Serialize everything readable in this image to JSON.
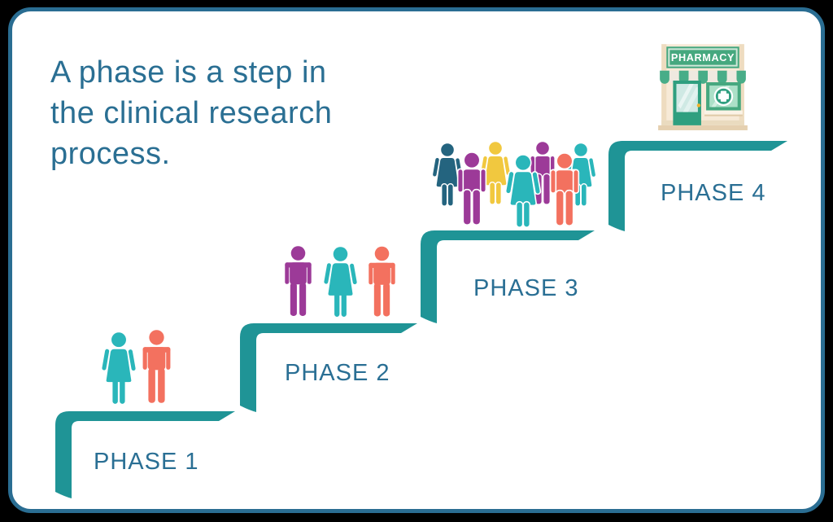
{
  "title": "A phase is a step in\nthe clinical research\nprocess.",
  "phases": [
    {
      "label": "PHASE 1",
      "people": [
        {
          "type": "woman",
          "color": "#2ab6ba"
        },
        {
          "type": "man",
          "color": "#f3715f"
        }
      ]
    },
    {
      "label": "PHASE 2",
      "people": [
        {
          "type": "man",
          "color": "#9c3a98"
        },
        {
          "type": "woman",
          "color": "#2ab6ba"
        },
        {
          "type": "man",
          "color": "#f3715f"
        }
      ]
    },
    {
      "label": "PHASE 3",
      "people": [
        {
          "type": "woman",
          "color": "#24647f"
        },
        {
          "type": "man",
          "color": "#9c3a98"
        },
        {
          "type": "woman",
          "color": "#f1c83f"
        },
        {
          "type": "woman",
          "color": "#2ab6ba"
        },
        {
          "type": "man",
          "color": "#9c3a98"
        },
        {
          "type": "man",
          "color": "#f3715f"
        },
        {
          "type": "woman",
          "color": "#2ab6ba"
        }
      ]
    },
    {
      "label": "PHASE 4",
      "pharmacy_sign": "PHARMACY"
    }
  ],
  "colors": {
    "background": "#000000",
    "card_background": "#ffffff",
    "card_border": "#2a6d92",
    "stairs": "#1f9496",
    "text_blue": "#2a6f94",
    "person_teal": "#2ab6ba",
    "person_coral": "#f3715f",
    "person_purple": "#9c3a98",
    "person_dark_blue": "#24647f",
    "person_yellow": "#f1c83f",
    "pharmacy_green_dark": "#2f9f7f",
    "pharmacy_green": "#46a87f",
    "pharmacy_cream": "#f7ead7",
    "pharmacy_knob_yellow": "#f2b32c"
  }
}
